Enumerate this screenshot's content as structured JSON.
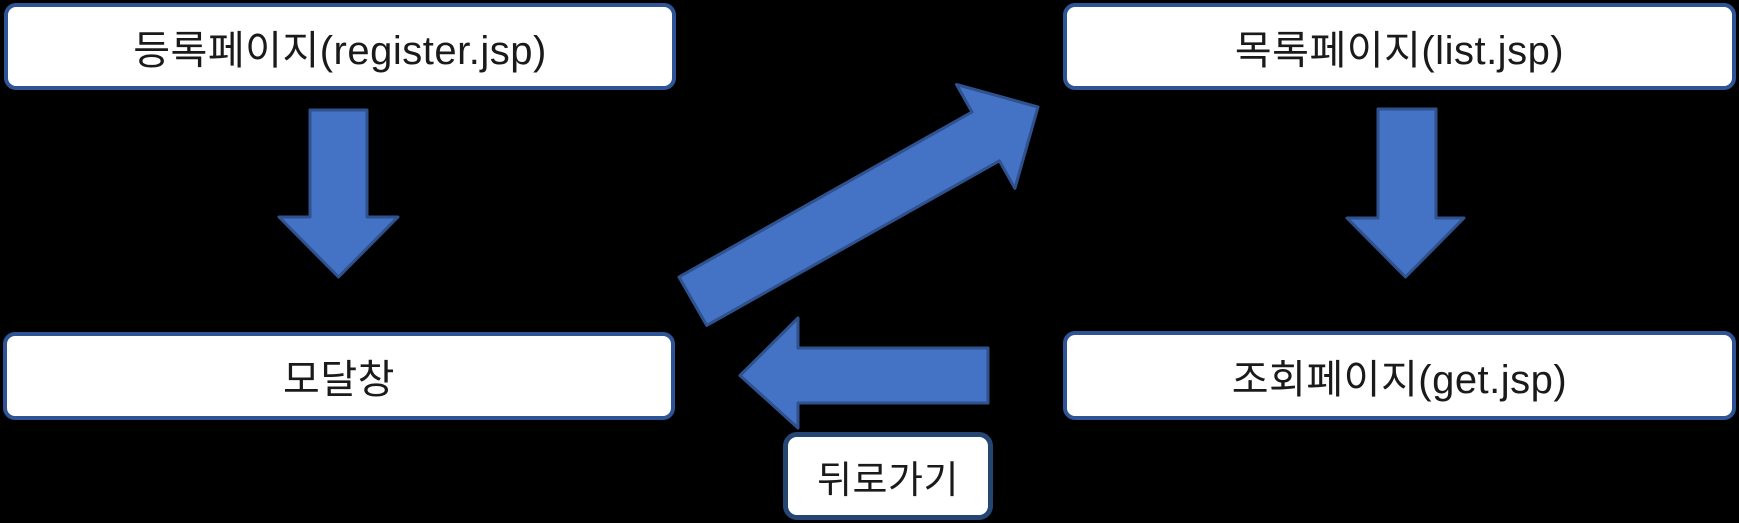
{
  "diagram": {
    "description": "JSP page flow diagram",
    "nodes": {
      "register": {
        "label": "등록페이지(register.jsp)"
      },
      "list": {
        "label": "목록페이지(list.jsp)"
      },
      "modal": {
        "label": "모달창"
      },
      "get": {
        "label": "조회페이지(get.jsp)"
      },
      "back": {
        "label": "뒤로가기"
      }
    },
    "arrows": [
      {
        "name": "register-to-modal",
        "from": "register",
        "to": "modal",
        "direction": "down"
      },
      {
        "name": "list-to-get",
        "from": "list",
        "to": "get",
        "direction": "down"
      },
      {
        "name": "modal-to-list",
        "from": "modal",
        "to": "list",
        "direction": "up-right"
      },
      {
        "name": "get-to-modal-back",
        "from": "get",
        "to": "modal",
        "direction": "left",
        "label_node": "back"
      }
    ]
  },
  "colors": {
    "background": "#000000",
    "box-bg": "#FFFFFF",
    "box-border": "#2F5496",
    "box-border-dark": "#254673",
    "arrow-fill": "#4472C4",
    "arrow-stroke": "#2F528F",
    "text": "#1A1A1A"
  }
}
